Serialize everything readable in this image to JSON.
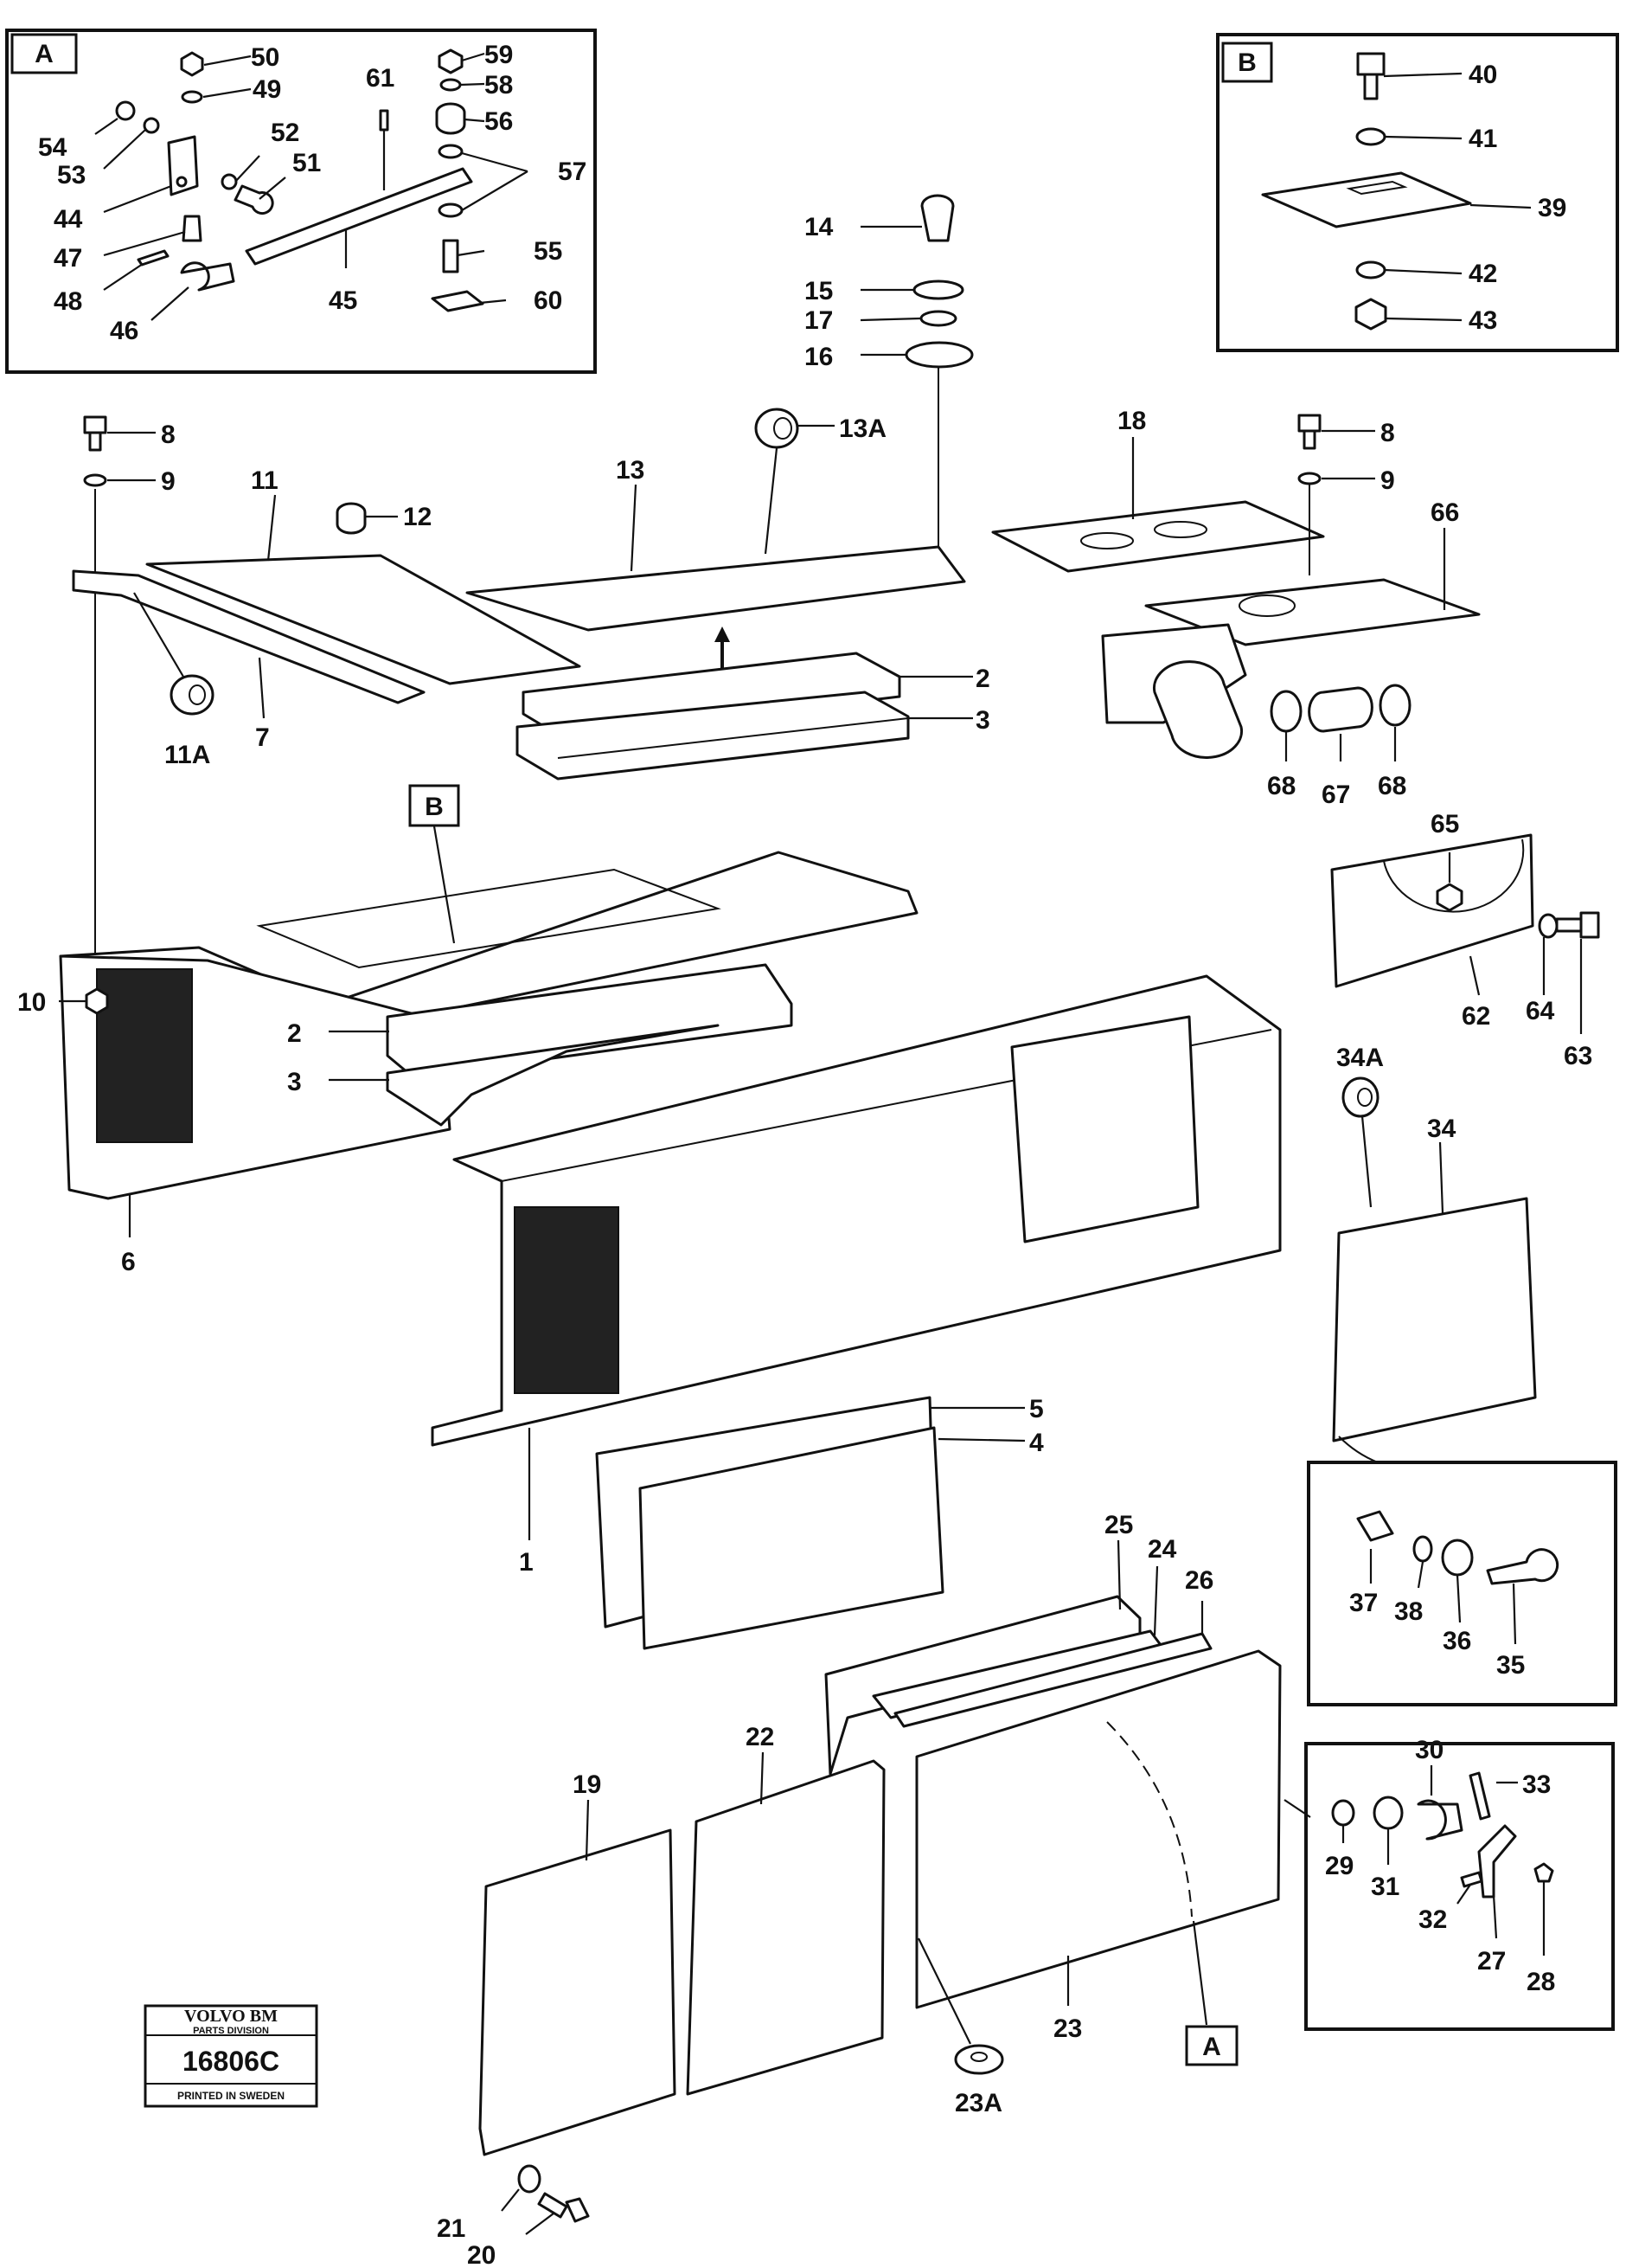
{
  "diagram": {
    "inset_labels": {
      "a": "A",
      "b": "B"
    },
    "callout_labels": [
      "B",
      "A"
    ],
    "part_labels": {
      "p1": "1",
      "p2a": "2",
      "p2b": "2",
      "p3a": "3",
      "p3b": "3",
      "p4": "4",
      "p5": "5",
      "p6": "6",
      "p7": "7",
      "p8a": "8",
      "p8b": "8",
      "p9a": "9",
      "p9b": "9",
      "p10": "10",
      "p11": "11",
      "p11A": "11A",
      "p12": "12",
      "p13": "13",
      "p13A": "13A",
      "p14": "14",
      "p15": "15",
      "p16": "16",
      "p17": "17",
      "p18": "18",
      "p19": "19",
      "p20": "20",
      "p21": "21",
      "p22": "22",
      "p23": "23",
      "p23A": "23A",
      "p24": "24",
      "p25": "25",
      "p26": "26",
      "p27": "27",
      "p28": "28",
      "p29": "29",
      "p30": "30",
      "p31": "31",
      "p32": "32",
      "p33": "33",
      "p34": "34",
      "p34A": "34A",
      "p35": "35",
      "p36": "36",
      "p37": "37",
      "p38": "38",
      "p39": "39",
      "p40": "40",
      "p41": "41",
      "p42": "42",
      "p43": "43",
      "p44": "44",
      "p45": "45",
      "p46": "46",
      "p47": "47",
      "p48": "48",
      "p49": "49",
      "p50": "50",
      "p51": "51",
      "p52": "52",
      "p53": "53",
      "p54": "54",
      "p55": "55",
      "p56": "56",
      "p57": "57",
      "p58": "58",
      "p59": "59",
      "p60": "60",
      "p61": "61",
      "p62": "62",
      "p63": "63",
      "p64": "64",
      "p65": "65",
      "p66": "66",
      "p67": "67",
      "p68a": "68",
      "p68b": "68"
    },
    "stamp": {
      "brand": "VOLVO BM",
      "division": "PARTS DIVISION",
      "number": "16806C",
      "printed": "PRINTED IN SWEDEN"
    }
  }
}
